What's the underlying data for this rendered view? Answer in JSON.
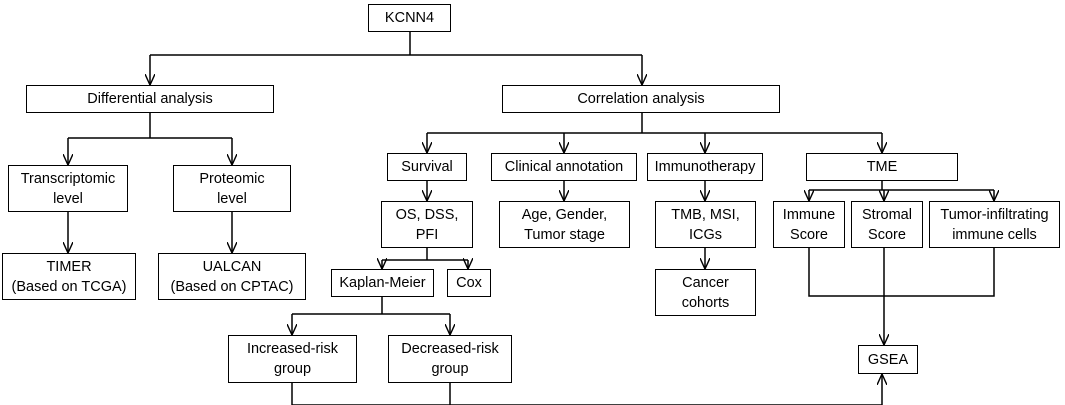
{
  "nodes": {
    "kcnn4": "KCNN4",
    "differential_analysis": "Differential analysis",
    "correlation_analysis": "Correlation analysis",
    "transcriptomic_level": "Transcriptomic\nlevel",
    "proteomic_level": "Proteomic\nlevel",
    "timer": "TIMER\n(Based on TCGA)",
    "ualcan": "UALCAN\n(Based on CPTAC)",
    "survival": "Survival",
    "clinical_annotation": "Clinical annotation",
    "immunotherapy": "Immunotherapy",
    "tme": "TME",
    "os_dss_pfi": "OS, DSS,\nPFI",
    "age_gender_stage": "Age, Gender,\nTumor stage",
    "tmb_msi_icgs": "TMB, MSI,\nICGs",
    "immune_score": "Immune\nScore",
    "stromal_score": "Stromal\nScore",
    "tumor_infiltrating": "Tumor-infiltrating\nimmune cells",
    "kaplan_meier": "Kaplan-Meier",
    "cox": "Cox",
    "cancer_cohorts": "Cancer\ncohorts",
    "increased_risk": "Increased-risk\ngroup",
    "decreased_risk": "Decreased-risk\ngroup",
    "gsea": "GSEA"
  },
  "style": {
    "line_color": "#000000",
    "box_border": "#000000",
    "background": "#ffffff"
  }
}
